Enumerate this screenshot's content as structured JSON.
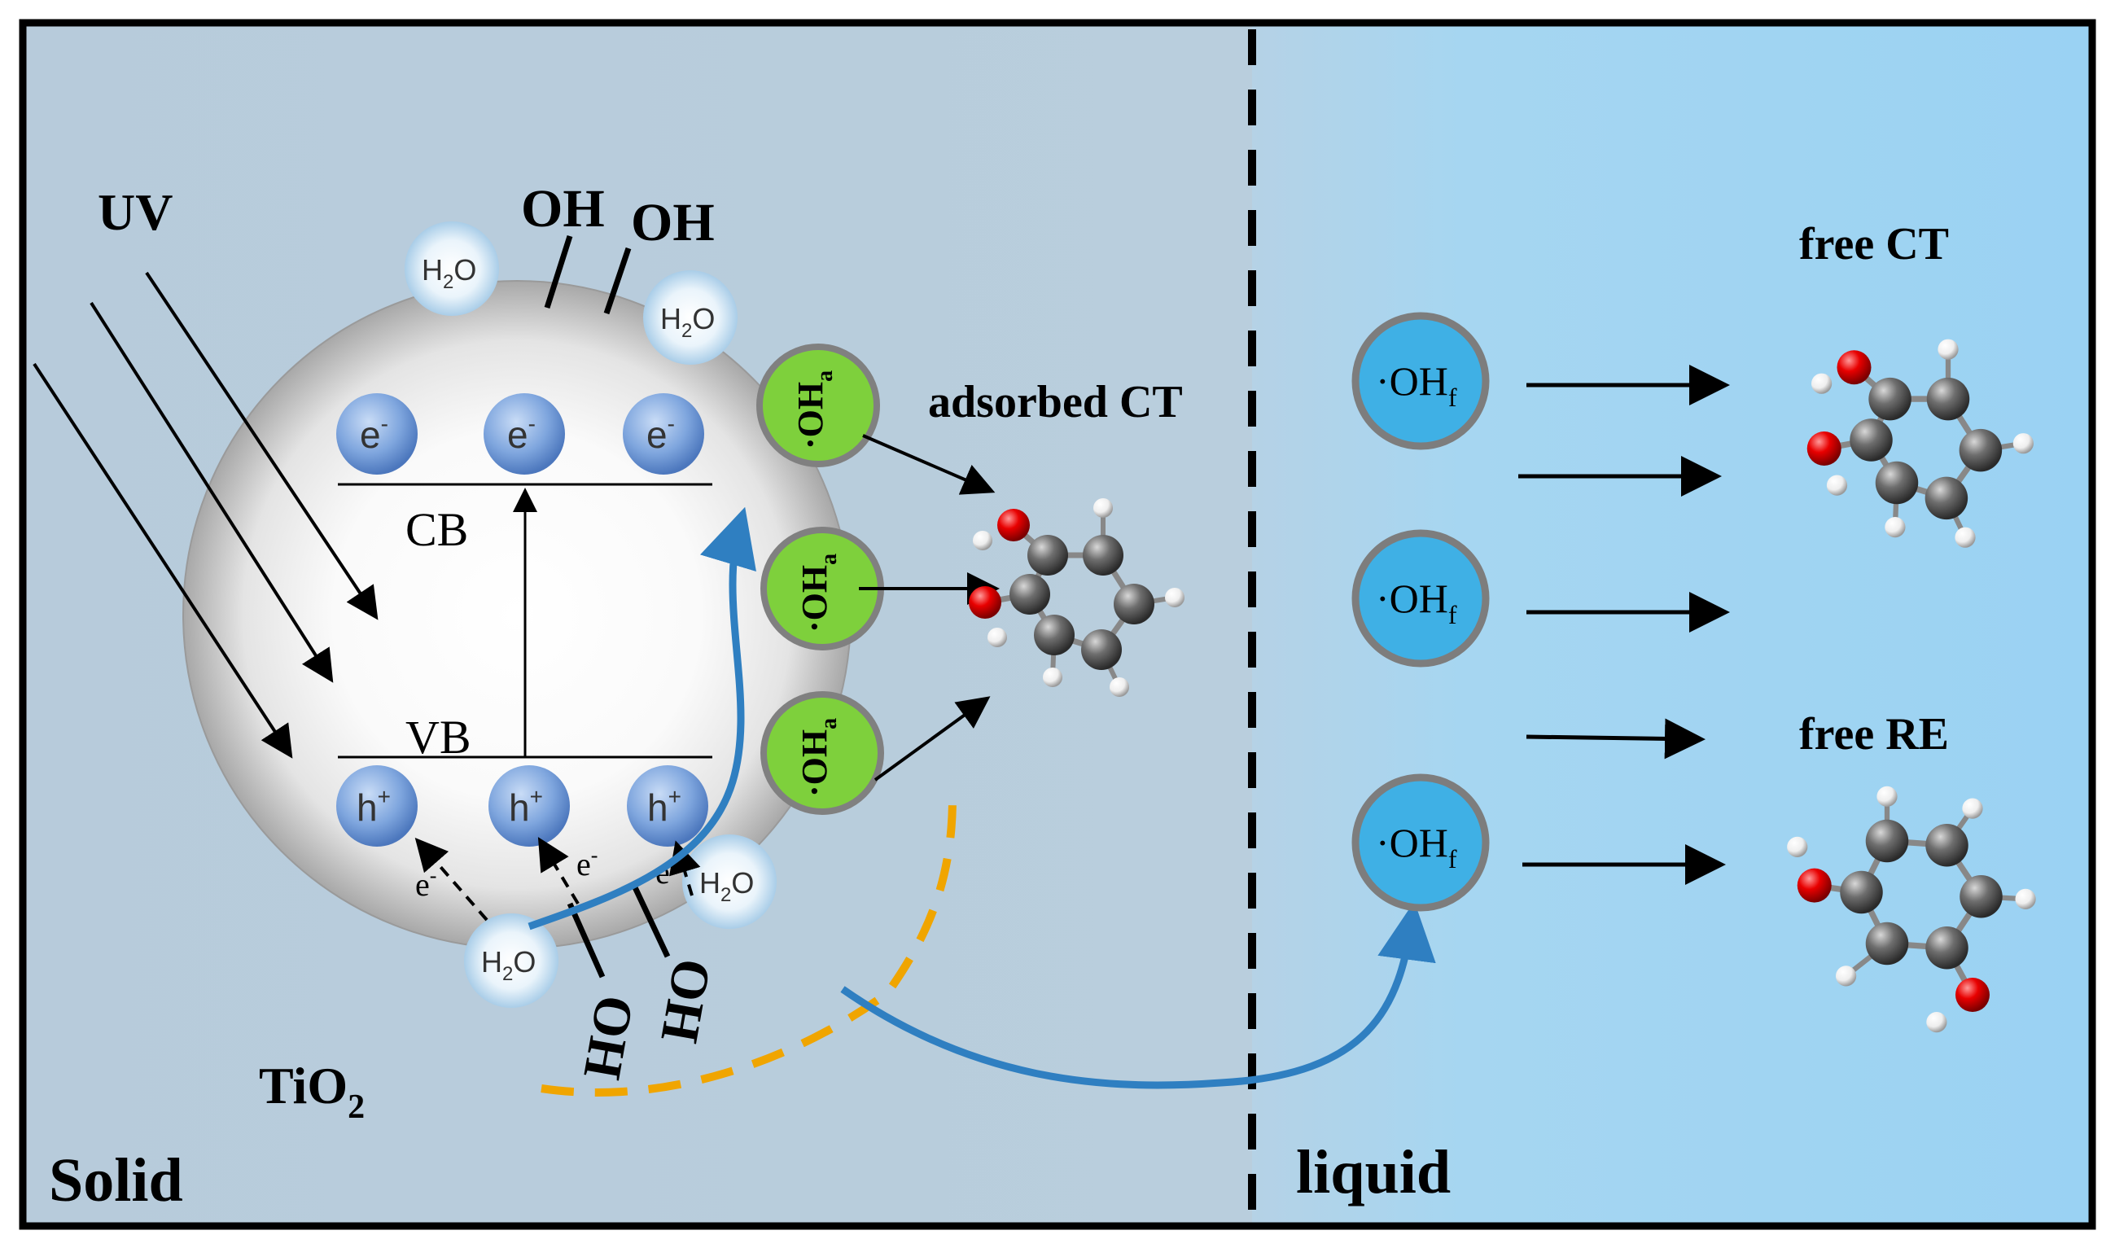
{
  "panels": {
    "solid": "Solid",
    "liquid": "liquid"
  },
  "light": {
    "uv": "UV"
  },
  "particle": {
    "name_main": "TiO",
    "name_sub": "2",
    "cb": "CB",
    "vb": "VB",
    "electron": {
      "main": "e",
      "sup": "-"
    },
    "hole": {
      "main": "h",
      "sup": "+"
    }
  },
  "species": {
    "oh": "OH",
    "water": {
      "main": "H",
      "sub": "2",
      "tail": "O"
    },
    "oh_adsorbed": {
      "main": "·OH",
      "sub": "a"
    },
    "oh_free": {
      "main": "·OH",
      "sub": "f"
    }
  },
  "products": {
    "adsorbed_ct": "adsorbed CT",
    "free_ct": "free CT",
    "free_re": "free RE"
  },
  "colors": {
    "solid_bg": "#b7ccdc",
    "liquid_bg": "#9dd3f2",
    "oh_adsorbed": "#7ed03c",
    "oh_free": "#3fb0e5",
    "flow_arrow": "#2f7fc1",
    "dashed_path": "#f0a500",
    "oxygen": "#e00000",
    "carbon": "#6a6a6a",
    "hydrogen": "#f2f2f2"
  }
}
